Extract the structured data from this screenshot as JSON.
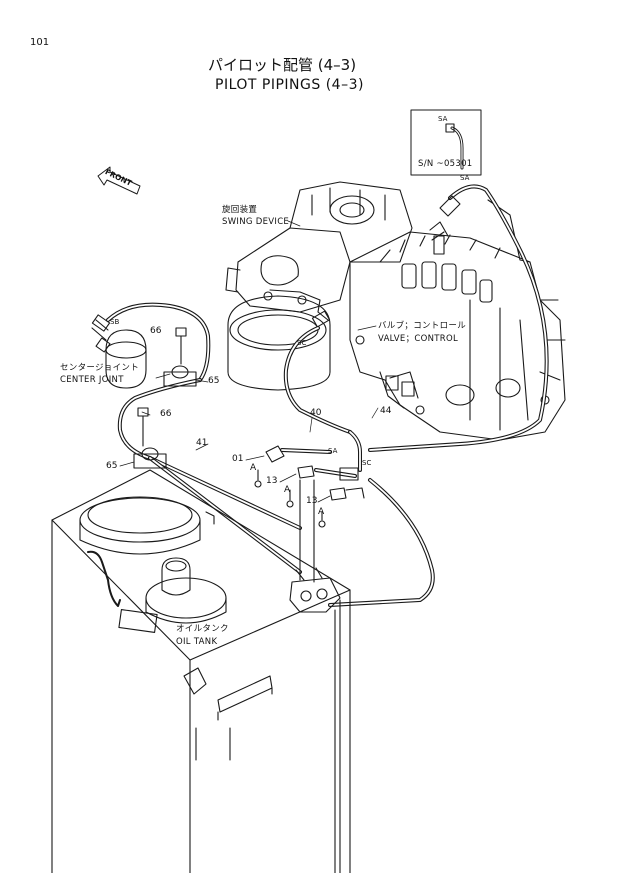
{
  "page_number": "101",
  "title_jp": "パイロット配管 (4–3)",
  "title_en": "PILOT PIPINGS (4–3)",
  "front_marker": "FRONT",
  "inset": {
    "port_label": "SA",
    "serial_note": "S/N ~05301"
  },
  "components": {
    "swing_device_jp": "旋回装置",
    "swing_device_en": "SWING DEVICE",
    "valve_control_jp": "バルブ；コントロール",
    "valve_control_en": "VALVE；CONTROL",
    "center_joint_jp": "センタージョイント",
    "center_joint_en": "CENTER JOINT",
    "oil_tank_jp": "オイルタンク",
    "oil_tank_en": "OIL TANK"
  },
  "port_labels": {
    "sa": "SA",
    "sb": "SB",
    "sc": "SC"
  },
  "view_marker": "A",
  "part_numbers": [
    "01",
    "13",
    "13",
    "40",
    "41",
    "44",
    "65",
    "65",
    "66",
    "66"
  ]
}
